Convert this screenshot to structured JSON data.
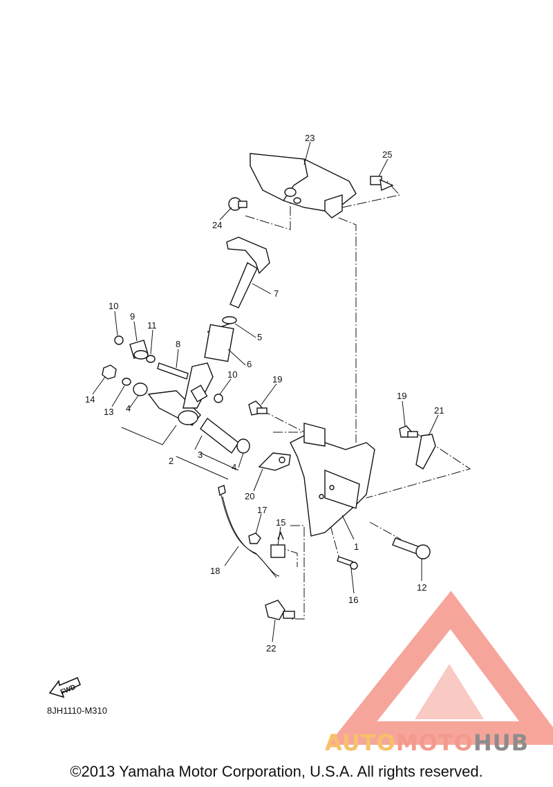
{
  "callouts": [
    {
      "id": "c23",
      "label": "23"
    },
    {
      "id": "c25",
      "label": "25"
    },
    {
      "id": "c24",
      "label": "24"
    },
    {
      "id": "c7",
      "label": "7"
    },
    {
      "id": "c10a",
      "label": "10"
    },
    {
      "id": "c9",
      "label": "9"
    },
    {
      "id": "c11",
      "label": "11"
    },
    {
      "id": "c5",
      "label": "5"
    },
    {
      "id": "c8",
      "label": "8"
    },
    {
      "id": "c6",
      "label": "6"
    },
    {
      "id": "c14",
      "label": "14"
    },
    {
      "id": "c10b",
      "label": "10"
    },
    {
      "id": "c19a",
      "label": "19"
    },
    {
      "id": "c13",
      "label": "13"
    },
    {
      "id": "c4a",
      "label": "4"
    },
    {
      "id": "c19b",
      "label": "19"
    },
    {
      "id": "c21",
      "label": "21"
    },
    {
      "id": "c2",
      "label": "2"
    },
    {
      "id": "c3",
      "label": "3"
    },
    {
      "id": "c4b",
      "label": "4"
    },
    {
      "id": "c20",
      "label": "20"
    },
    {
      "id": "c17",
      "label": "17"
    },
    {
      "id": "c15",
      "label": "15"
    },
    {
      "id": "c1",
      "label": "1"
    },
    {
      "id": "c18",
      "label": "18"
    },
    {
      "id": "c16",
      "label": "16"
    },
    {
      "id": "c12",
      "label": "12"
    },
    {
      "id": "c22",
      "label": "22"
    }
  ],
  "fwd_label": "FWD",
  "diagram_code": "8JH1110-M310",
  "copyright": "©2013 Yamaha Motor Corporation, U.S.A. All rights reserved.",
  "watermark": {
    "part1": "AUTO",
    "part2": "MOTO",
    "part3": "HUB",
    "colors": {
      "triangle": "#f4877a",
      "auto": "#f7c06a",
      "moto": "#f49a8c",
      "hub": "#8c8c8c"
    }
  }
}
